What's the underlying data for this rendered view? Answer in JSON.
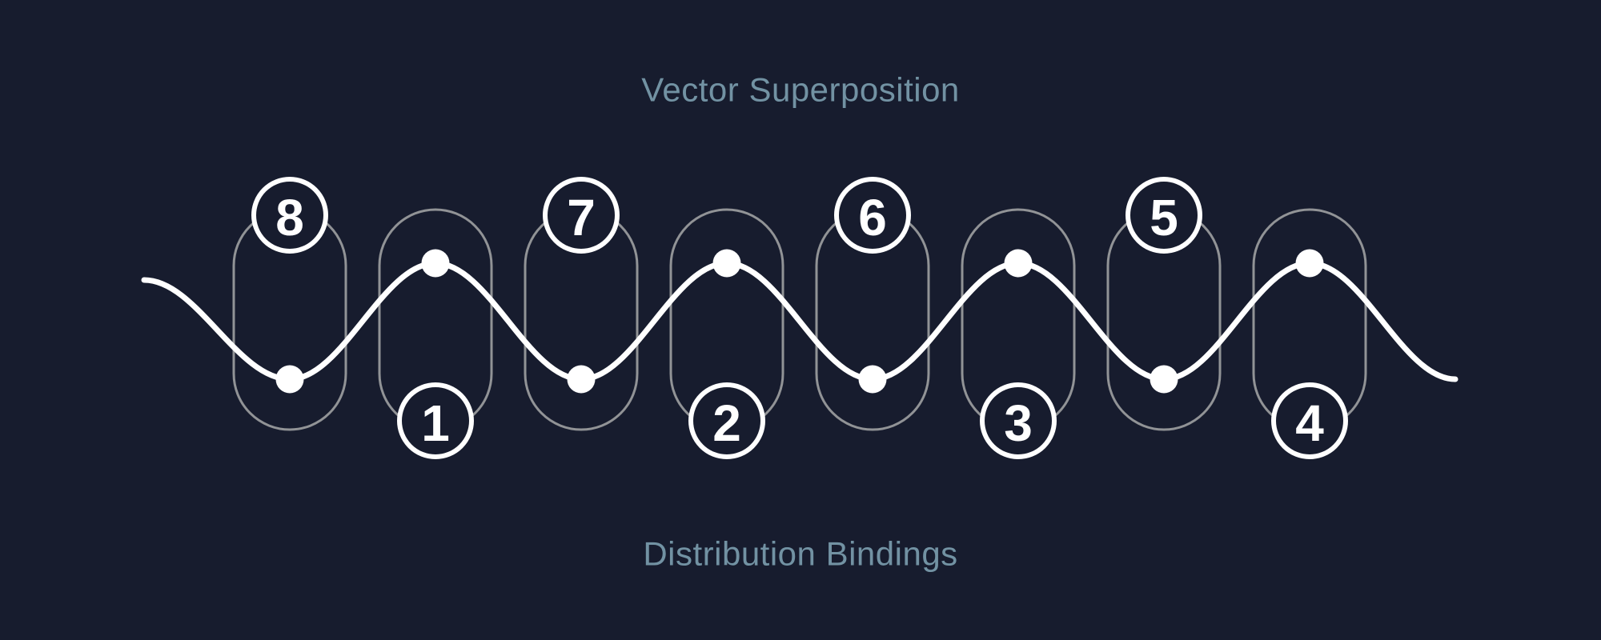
{
  "title": "Vector Superposition",
  "subtitle": "Distribution Bindings",
  "badges": {
    "top": [
      {
        "label": "8"
      },
      {
        "label": "7"
      },
      {
        "label": "6"
      },
      {
        "label": "5"
      }
    ],
    "bottom": [
      {
        "label": "1"
      },
      {
        "label": "2"
      },
      {
        "label": "3"
      },
      {
        "label": "4"
      }
    ]
  },
  "colors": {
    "background": "#171c2e",
    "caption": "#7292a3",
    "capsule_outline": "#919396",
    "wave": "#ffffff"
  }
}
